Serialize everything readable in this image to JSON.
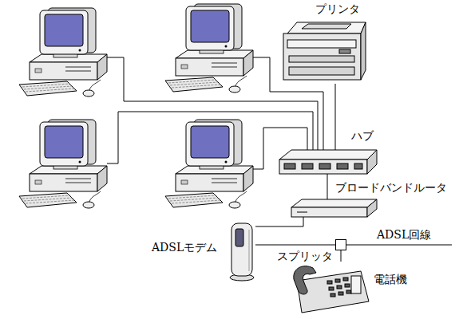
{
  "diagram": {
    "nodes": [
      {
        "text": [
          "プリンタ"
        ]
      },
      {
        "text": [
          "ハブ"
        ]
      },
      {
        "text": [
          "ブロードバンドルータ"
        ]
      },
      {
        "text": [
          "ADSLモデム"
        ]
      },
      {
        "text": [
          "スプリッタ"
        ]
      },
      {
        "text": [
          "電話機"
        ]
      }
    ],
    "edges": [
      {
        "from": 0,
        "to": 1,
        "arrow": "none"
      },
      {
        "from": 1,
        "to": 2,
        "arrow": "none"
      },
      {
        "from": 2,
        "to": 3,
        "arrow": "none"
      },
      {
        "from": 3,
        "to": 4,
        "arrow": "none"
      },
      {
        "from": 4,
        "to": 5,
        "arrow": "none"
      }
    ],
    "labels": [
      "ADSL回線"
    ]
  }
}
